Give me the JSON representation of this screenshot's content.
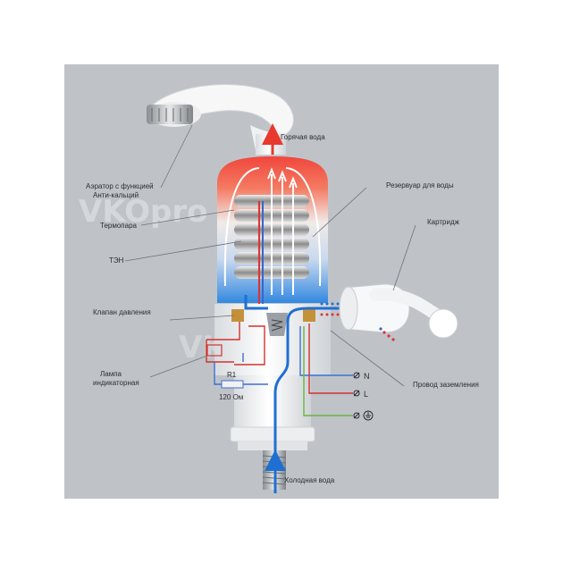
{
  "labels": {
    "hot_water": "Горячая вода",
    "aerator_line1": "Аэратор с функцией",
    "aerator_line2": "Анти-кальций",
    "reservoir": "Резервуар для воды",
    "thermocouple": "Термопара",
    "cartridge": "Картридж",
    "heater": "ТЭН",
    "pressure_valve": "Клапан давления",
    "lamp_line1": "Лампа",
    "lamp_line2": "индикаторная",
    "ground_wire": "Провод заземления",
    "resistor_name": "R1",
    "resistor_value": "120 Ом",
    "terminal_n": "N",
    "terminal_l": "L",
    "cold_water": "Холодная вода"
  },
  "watermarks": [
    "VKOpro",
    "VKOpro"
  ],
  "colors": {
    "background": "#bfc3c8",
    "hot": "#e8392f",
    "cold": "#1f6fd1",
    "wire_red": "#d2322e",
    "wire_blue": "#3d6fd6",
    "wire_green": "#6db33f",
    "body": "#f3f4f5",
    "leader": "#6e737a"
  }
}
